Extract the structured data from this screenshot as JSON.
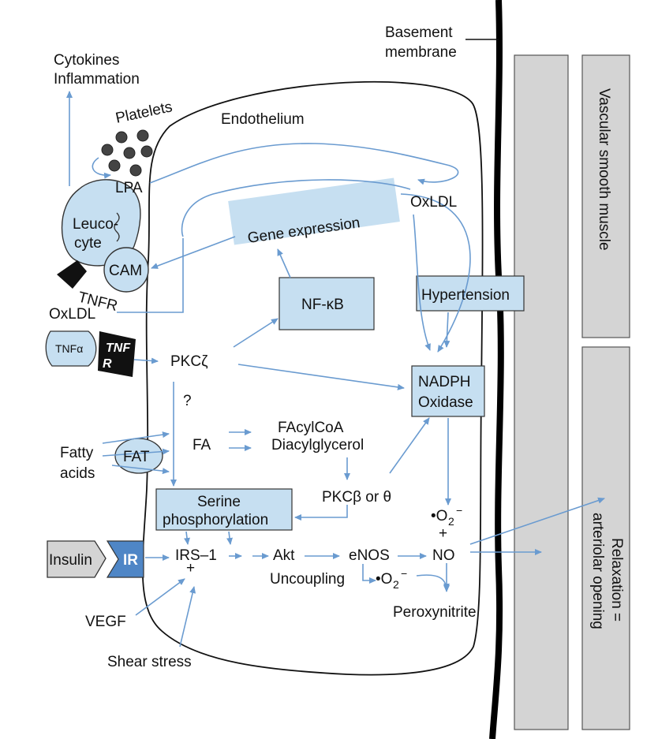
{
  "labels": {
    "basement_membrane_line1": "Basement",
    "basement_membrane_line2": "membrane",
    "cytokines": "Cytokines",
    "inflammation": "Inflammation",
    "platelets": "Platelets",
    "endothelium": "Endothelium",
    "lpa": "LPA",
    "oxldl_top": "OxLDL",
    "leuco": "Leuco-",
    "cyte": "cyte",
    "gene_expression": "Gene expression",
    "cam": "CAM",
    "tnfr": "TNFR",
    "oxldl_left": "OxLDL",
    "nfkb": "NF-κB",
    "hypertension": "Hypertension",
    "tnfa": "TNFα",
    "tnf_r_line1": "TNF",
    "tnf_r_line2": "R",
    "pkcz": "PKCζ",
    "nadph_line1": "NADPH",
    "nadph_line2": "Oxidase",
    "question": "?",
    "facylcoa": "FAcylCoA",
    "diacylglycerol": "Diacylglycerol",
    "fatty": "Fatty",
    "acids": "acids",
    "fat": "FAT",
    "fa": "FA",
    "serine_line1": "Serine",
    "serine_line2": "phosphorylation",
    "pkcb": "PKCβ or θ",
    "o2_top": "•O",
    "o2_top_sub": "2",
    "o2_top_sup": "−",
    "plus_top": "+",
    "insulin": "Insulin",
    "ir": "IR",
    "irs1": "IRS–1",
    "irs_plus": "+",
    "akt": "Akt",
    "enos": "eNOS",
    "no": "NO",
    "uncoupling": "Uncoupling",
    "o2_bottom": "•O",
    "o2_bottom_sub": "2",
    "o2_bottom_sup": "−",
    "vegf": "VEGF",
    "peroxynitrite": "Peroxynitrite",
    "shear_stress": "Shear stress",
    "vascular_smooth_muscle": "Vascular smooth muscle",
    "relaxation_line1": "Relaxation =",
    "relaxation_line2": "arteriolar opening"
  },
  "colors": {
    "arrow": "#6a9bd0",
    "box_fill": "#c6dff1",
    "receptor_dark": "#111111",
    "ir_blue": "#4f86c6",
    "panel_gray": "#d4d4d4"
  }
}
